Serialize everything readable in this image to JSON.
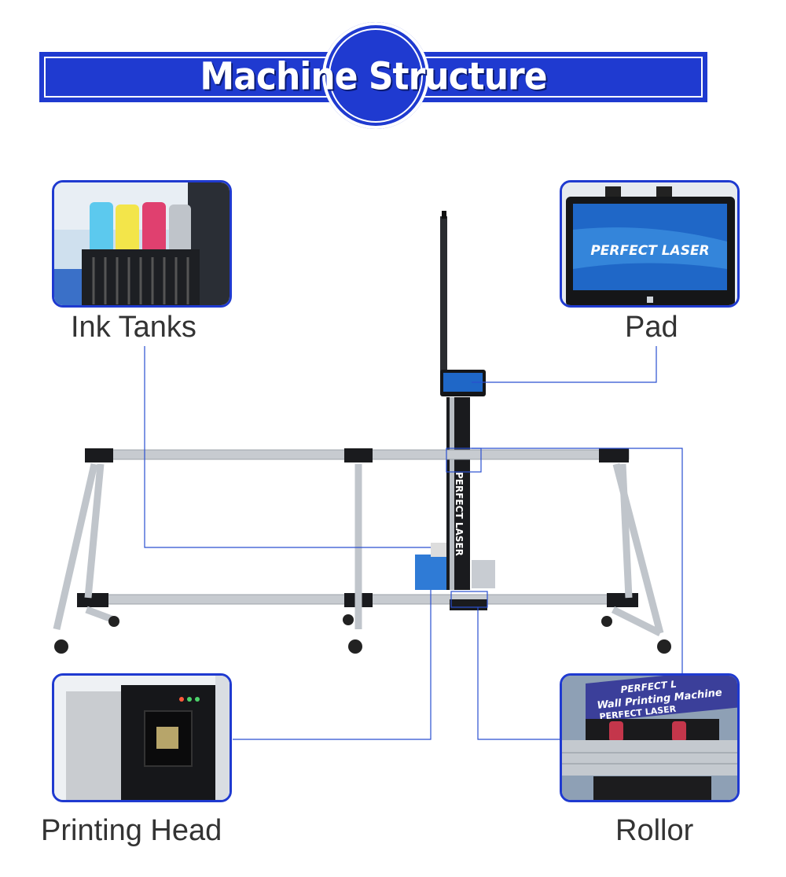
{
  "header": {
    "title": "Machine Structure"
  },
  "labels": {
    "ink_tanks": "Ink Tanks",
    "pad": "Pad",
    "printing_head": "Printing Head",
    "rollor": "Rollor"
  },
  "brand": {
    "logo_text": "PERFECT LASER",
    "rollor_sign_top": "PERFECT L",
    "rollor_sign_mid": "Wall Printing Machine",
    "rollor_sign_bottom": "PERFECT LASER"
  },
  "colors": {
    "accent": "#1f3ad0",
    "label_text": "#333333",
    "leader_line": "#2a4fd0"
  }
}
